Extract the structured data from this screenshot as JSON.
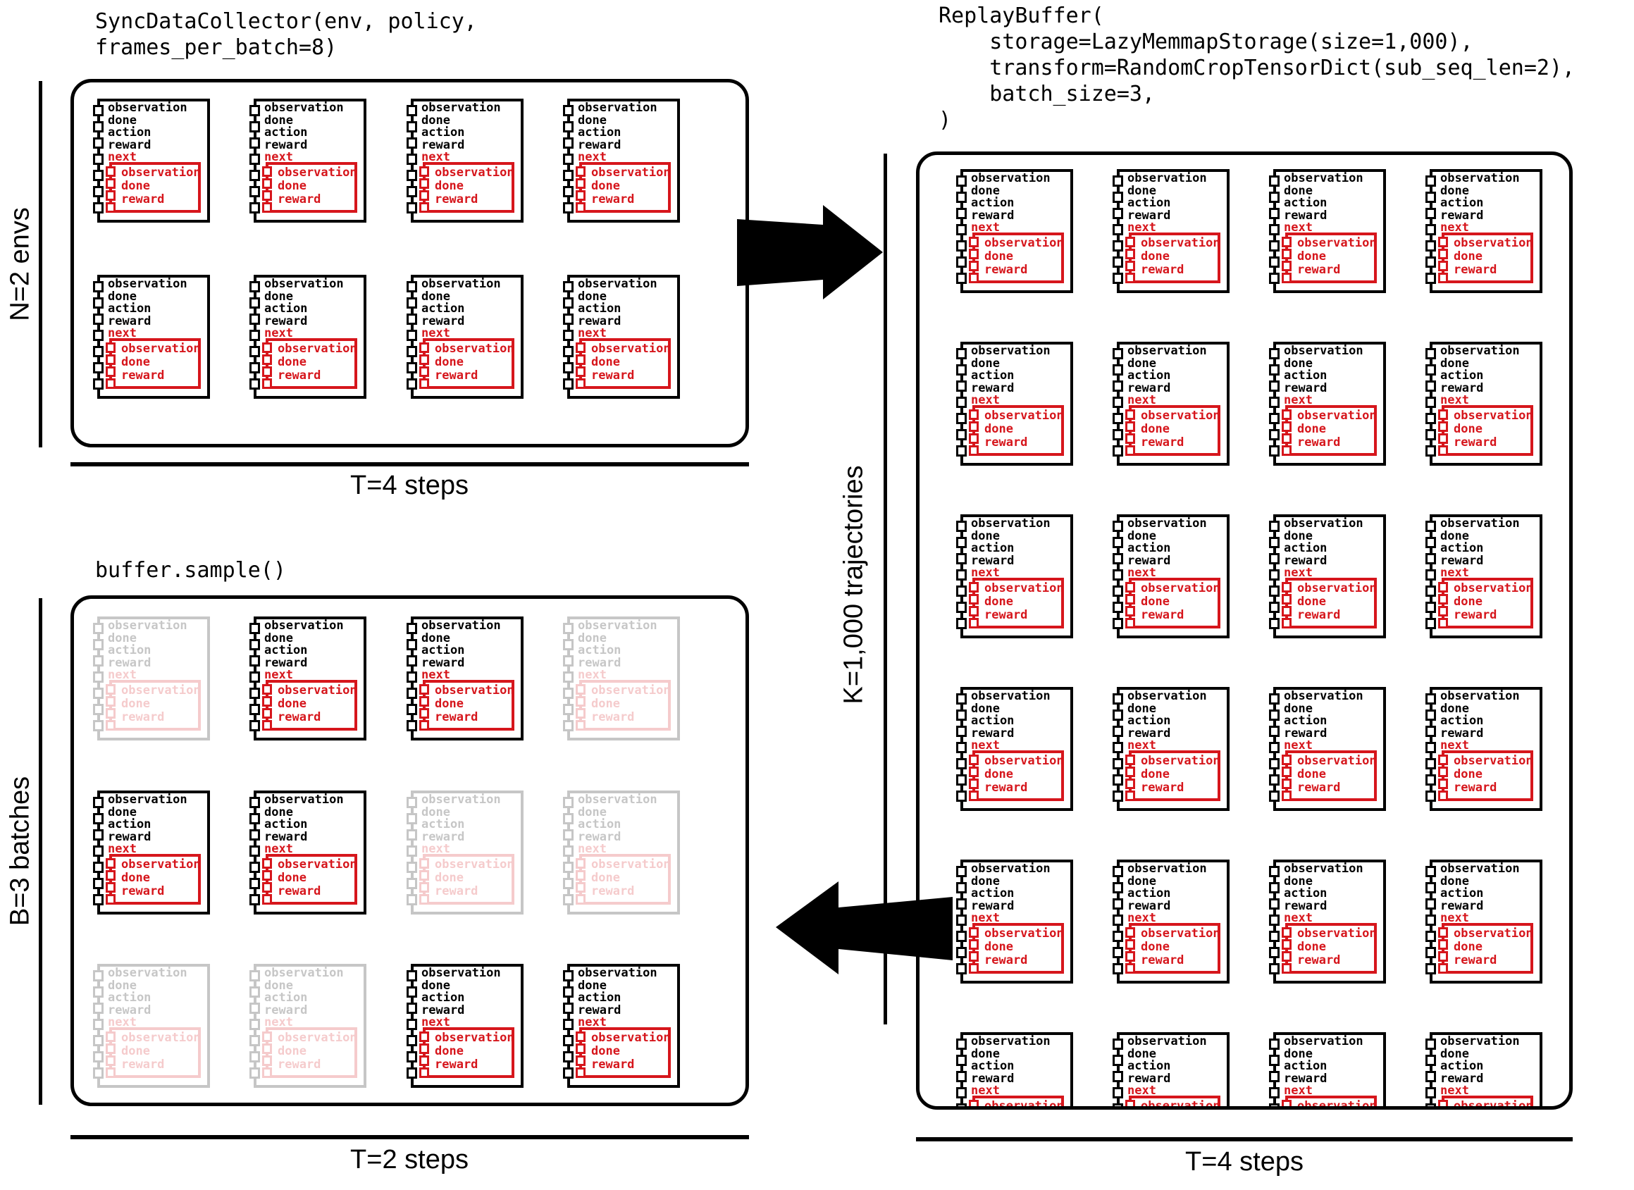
{
  "colors": {
    "black": "#000000",
    "red": "#d6161c",
    "background": "#ffffff"
  },
  "card": {
    "outer_keys": [
      "observation",
      "done",
      "action",
      "reward"
    ],
    "next_key": "next",
    "inner_keys": [
      "observation",
      "done",
      "reward"
    ]
  },
  "collector": {
    "code": "SyncDataCollector(env, policy,\nframes_per_batch=8)",
    "axis_label": "N=2 envs",
    "steps_label": "T=4 steps",
    "rows": 2,
    "cols": 4
  },
  "buffer": {
    "code": "ReplayBuffer(\n    storage=LazyMemmapStorage(size=1,000),\n    transform=RandomCropTensorDict(sub_seq_len=2),\n    batch_size=3,\n)",
    "axis_label": "K=1,000 trajectories",
    "steps_label": "T=4 steps",
    "rows": 6,
    "cols": 4
  },
  "sample": {
    "code": "buffer.sample()",
    "axis_label": "B=3 batches",
    "steps_label": "T=2 steps",
    "rows": 3,
    "cols": 4,
    "active": [
      [
        false,
        true,
        true,
        false
      ],
      [
        true,
        true,
        false,
        false
      ],
      [
        false,
        false,
        true,
        true
      ]
    ]
  }
}
